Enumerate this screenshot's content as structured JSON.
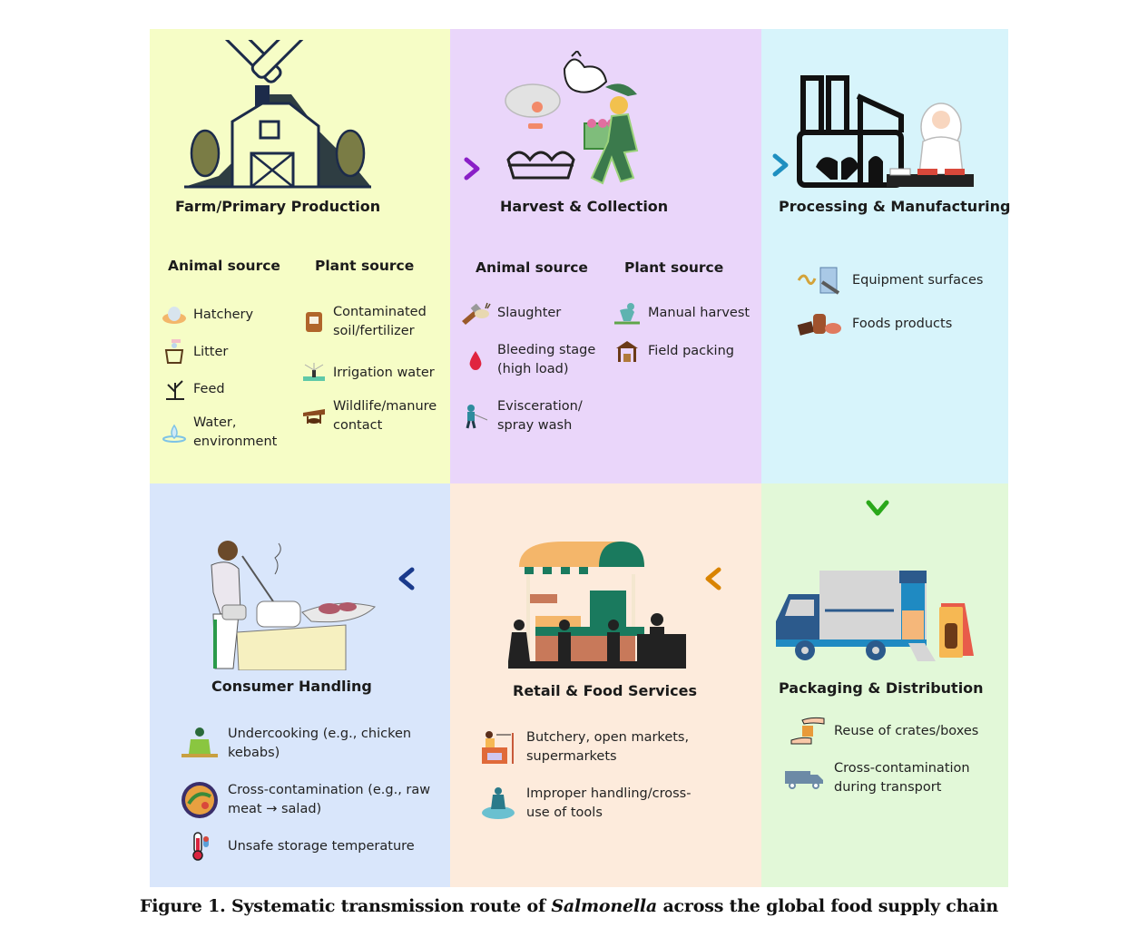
{
  "figure": {
    "caption_prefix": "Figure 1. Systematic transmission route of ",
    "caption_italic": "Salmonella",
    "caption_suffix": " across the global food supply chain"
  },
  "flow_order": [
    "farm",
    "harvest",
    "processing",
    "packaging",
    "retail",
    "consumer"
  ],
  "stages": {
    "farm": {
      "title": "Farm/Primary Production",
      "background": "#f6fdc6",
      "illustration": "windmill-barn-icon",
      "animal_source": {
        "heading": "Animal source",
        "items": [
          {
            "label": "Hatchery",
            "icon": "egg-nest-icon"
          },
          {
            "label": "Litter",
            "icon": "litter-tray-icon"
          },
          {
            "label": "Feed",
            "icon": "feed-plant-icon"
          },
          {
            "label": "Water, environment",
            "icon": "water-drop-icon"
          }
        ]
      },
      "plant_source": {
        "heading": "Plant source",
        "items": [
          {
            "label": "Contaminated soil/fertilizer",
            "icon": "fertilizer-bag-icon"
          },
          {
            "label": "Irrigation water",
            "icon": "sprinkler-icon"
          },
          {
            "label": "Wildlife/manure contact",
            "icon": "manure-shelter-icon"
          }
        ]
      }
    },
    "harvest": {
      "title": "Harvest & Collection",
      "background": "#ead6fa",
      "illustration": "livestock-harvest-icon",
      "animal_source": {
        "heading": "Animal source",
        "items": [
          {
            "label": "Slaughter",
            "icon": "cleaver-goat-icon"
          },
          {
            "label": "Bleeding stage (high load)",
            "icon": "blood-drop-icon"
          },
          {
            "label": "Evisceration/ spray wash",
            "icon": "spray-worker-icon"
          }
        ]
      },
      "plant_source": {
        "heading": "Plant source",
        "items": [
          {
            "label": "Manual harvest",
            "icon": "harvester-icon"
          },
          {
            "label": "Field packing",
            "icon": "packing-shed-icon"
          }
        ]
      }
    },
    "processing": {
      "title": "Processing & Manufacturing",
      "background": "#d7f4fb",
      "illustration": "factory-worker-icon",
      "items": [
        {
          "label": "Equipment surfaces",
          "icon": "equipment-icon"
        },
        {
          "label": "Foods products",
          "icon": "food-products-icon"
        }
      ]
    },
    "packaging": {
      "title": "Packaging & Distribution",
      "background": "#e2f8d8",
      "illustration": "delivery-truck-icon",
      "items": [
        {
          "label": "Reuse of crates/boxes",
          "icon": "hand-box-icon"
        },
        {
          "label": "Cross-contamination during transport",
          "icon": "small-truck-icon"
        }
      ]
    },
    "retail": {
      "title": "Retail & Food Services",
      "background": "#fdebdc",
      "illustration": "market-stall-icon",
      "items": [
        {
          "label": "Butchery, open markets, supermarkets",
          "icon": "butcher-stall-icon"
        },
        {
          "label": "Improper handling/cross-use of tools",
          "icon": "handler-icon"
        }
      ]
    },
    "consumer": {
      "title": "Consumer Handling",
      "background": "#d9e6fb",
      "illustration": "home-cook-icon",
      "items": [
        {
          "label": "Undercooking (e.g., chicken kebabs)",
          "icon": "grill-cook-icon"
        },
        {
          "label": "Cross-contamination (e.g., raw meat → salad)",
          "icon": "salad-plate-icon"
        },
        {
          "label": "Unsafe storage temperature",
          "icon": "thermometer-icon"
        }
      ]
    }
  },
  "arrows": [
    {
      "from": "farm",
      "to": "harvest",
      "direction": "right",
      "colors": [
        "#f2e600",
        "#8a1fc7"
      ]
    },
    {
      "from": "harvest",
      "to": "processing",
      "direction": "right",
      "colors": [
        "#7a12c8",
        "#1e8fc0"
      ]
    },
    {
      "from": "processing",
      "to": "packaging",
      "direction": "down",
      "colors": [
        "#1aa0b5",
        "#2aa81a"
      ]
    },
    {
      "from": "packaging",
      "to": "retail",
      "direction": "left",
      "colors": [
        "#3cb01a",
        "#d98300"
      ]
    },
    {
      "from": "retail",
      "to": "consumer",
      "direction": "left",
      "colors": [
        "#e08a00",
        "#1a3a8c"
      ]
    }
  ]
}
